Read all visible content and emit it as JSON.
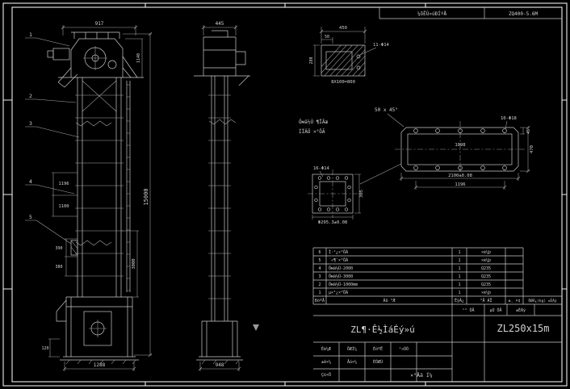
{
  "colors": {
    "background": "#000000",
    "line": "#c9c9c9",
    "text": "#d2d2d2"
  },
  "border_strip": {
    "left_cell": "¼õËÙ»úÐÍºÅ",
    "right_cell": "ZQ400-5.6M"
  },
  "front_view": {
    "balloon_1": "1",
    "balloon_2": "2",
    "balloon_3": "3",
    "balloon_4": "4",
    "balloon_5": "5",
    "dim_top_width": "917",
    "dim_head_height": "1140",
    "dim_total_height": "15000",
    "dim_mid_section": "3000",
    "dim_1196": "1196",
    "dim_1100": "1100",
    "dim_390": "390",
    "dim_380": "380",
    "dim_boot_left": "120",
    "dim_bottom_width": "1288"
  },
  "side_view": {
    "dim_top_width": "445",
    "dim_bottom_width": "948"
  },
  "channel_detail": {
    "dim_overall": "450",
    "dim_flange": "50",
    "dim_depth": "280",
    "holes_label": "11-Φ14",
    "spacing_note": "8X100=800"
  },
  "plate_detail": {
    "chamfer_note": "50 x 45°",
    "holes_label": "10-Φ18",
    "dim_inner": "1098",
    "dim_length": "2100±0.08",
    "dim_hole_span": "1196",
    "dim_width": "470",
    "dim_45": "45"
  },
  "flange_detail": {
    "label_line1": "Öмä½Ú ¶ÏÃæ",
    "label_line2": "ÍÏÂÖ ×°ÖÃ",
    "holes_label": "16-Φ14",
    "dim_side": "305",
    "dim_bolt_circle": "Φ295.3±0.08"
  },
  "parts_list": {
    "rows": [
      {
        "no": "6",
        "name": "Í·²¿×°ÖÃ",
        "qty": "1",
        "mat": "×é¼þ"
      },
      {
        "no": "5",
        "name": "´«¶¯×°ÖÃ",
        "qty": "1",
        "mat": "×é¼þ"
      },
      {
        "no": "4",
        "name": "Öмä½Ú-2000",
        "qty": "1",
        "mat": "Q235"
      },
      {
        "no": "3",
        "name": "Öмä½Ú-3000",
        "qty": "1",
        "mat": "Q235"
      },
      {
        "no": "2",
        "name": "Öмä½Ú-1000mm",
        "qty": "1",
        "mat": "Q235"
      },
      {
        "no": "1",
        "name": "µ×²¿×°ÖÃ",
        "qty": "1",
        "mat": "×é¼þ"
      }
    ],
    "header": {
      "no": "ÐòºÅ",
      "name": "Ãû ³Æ",
      "qty": "ÊýÁ¿",
      "mat": "²Ä ÁÏ",
      "note": "±¸ ×¢"
    },
    "weight_scale_note": "ÖØÁ¿(kg) ±ÈÀý"
  },
  "title_block": {
    "main_title": "ZL¶·Ê½ÌáÉý»ú",
    "model": "ZL250x15m",
    "top_cells": [
      "¹² ÕÅ",
      "µÚ ÕÅ",
      "±ÈÀý"
    ],
    "small_cells": [
      "Éè¼Æ",
      "ÖÆÍ¼",
      "ÉóºË",
      "¹¤ÒÕ",
      "±ê×¼",
      "Åú×¼",
      "ÈÕÆÚ",
      "Ç©×Ö"
    ],
    "drawing_type": "×°Åä Í¼"
  }
}
